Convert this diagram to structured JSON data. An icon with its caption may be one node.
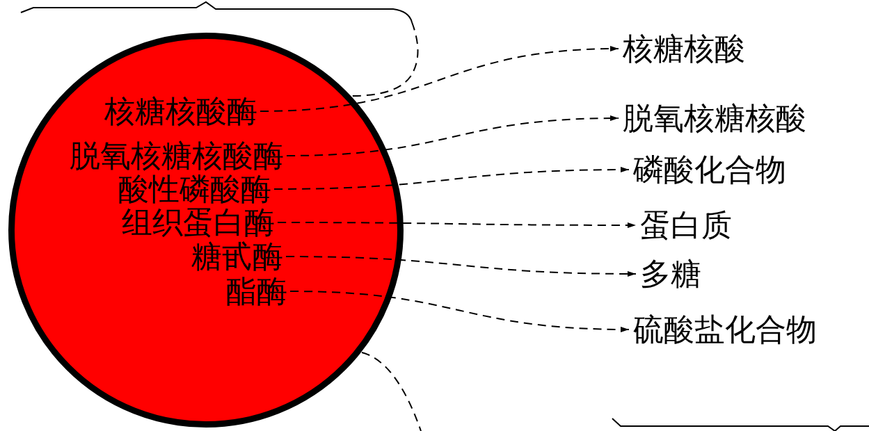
{
  "diagram": {
    "nodes": [
      {
        "text": [],
        "shape": "circle"
      },
      {
        "text": [
          "核糖核酸酶"
        ],
        "in": 0
      },
      {
        "text": [
          "脱氧核糖核酸酶"
        ],
        "in": 0
      },
      {
        "text": [
          "酸性磷酸酶"
        ],
        "in": 0
      },
      {
        "text": [
          "组织蛋白酶"
        ],
        "in": 0
      },
      {
        "text": [
          "糖甙酶"
        ],
        "in": 0
      },
      {
        "text": [
          "酯酶"
        ],
        "in": 0
      },
      {
        "text": [
          "核糖核酸"
        ]
      },
      {
        "text": [
          "脱氧核糖核酸"
        ]
      },
      {
        "text": [
          "磷酸化合物"
        ]
      },
      {
        "text": [
          "蛋白质"
        ]
      },
      {
        "text": [
          "多糖"
        ]
      },
      {
        "text": [
          "硫酸盐化合物"
        ]
      }
    ],
    "edges": [
      {
        "from": 1,
        "to": 7,
        "arrow": "to",
        "style": "dashed"
      },
      {
        "from": 2,
        "to": 8,
        "arrow": "to",
        "style": "dashed"
      },
      {
        "from": 3,
        "to": 9,
        "arrow": "to",
        "style": "dashed"
      },
      {
        "from": 4,
        "to": 10,
        "arrow": "to",
        "style": "dashed"
      },
      {
        "from": 5,
        "to": 11,
        "arrow": "to",
        "style": "dashed"
      },
      {
        "from": 6,
        "to": 12,
        "arrow": "to",
        "style": "dashed"
      }
    ]
  }
}
